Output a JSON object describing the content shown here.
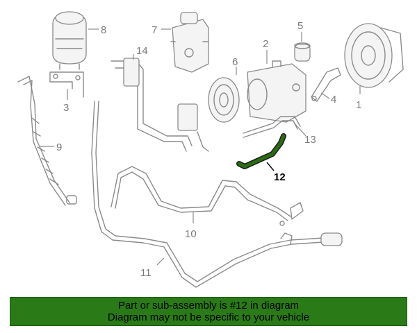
{
  "diagram": {
    "highlight_color": "#2a6b14",
    "callouts": [
      "1",
      "2",
      "3",
      "4",
      "5",
      "6",
      "7",
      "8",
      "9",
      "10",
      "11",
      "12",
      "13",
      "14"
    ],
    "highlighted_part": "12"
  },
  "banner": {
    "line1": "Part or sub-assembly is #12 in diagram",
    "line2": "Diagram may not be specific to your vehicle",
    "background": "#2a7a18"
  }
}
